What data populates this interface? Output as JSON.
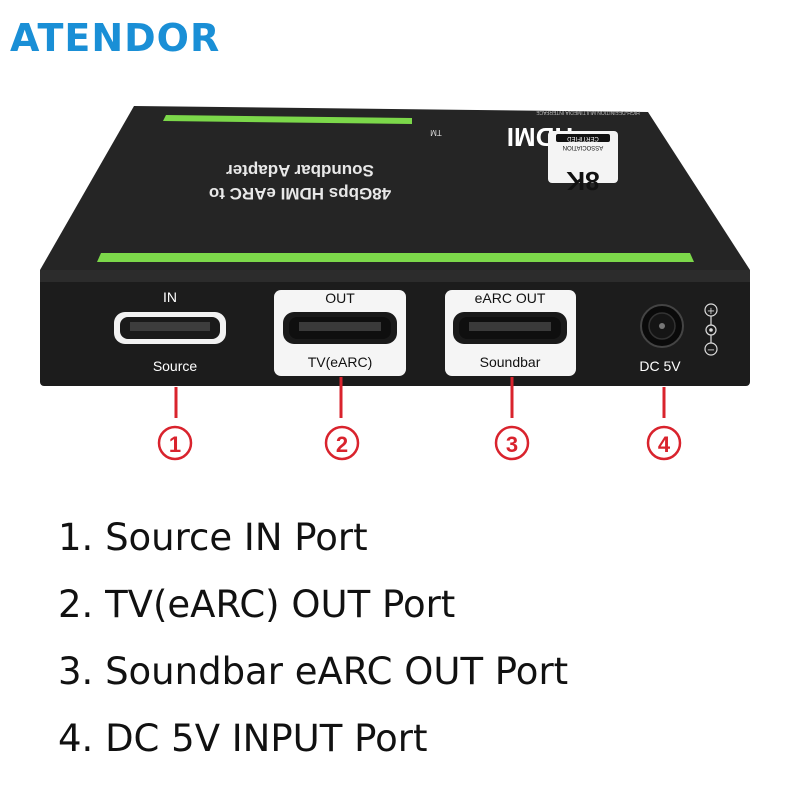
{
  "brand": "ATENDOR",
  "device": {
    "top_label_line1": "48Gbps HDMI eARC to",
    "top_label_line2": "Soundbar Adapter",
    "hdmi_logo_text": "HDMI",
    "tm": "TM",
    "hdmi_tagline": "HIGH-DEFINITION MULTIMEDIA INTERFACE",
    "badge_8k": "8K",
    "badge_assoc": "ASSOCIATION",
    "badge_cert": "CERTIFIED",
    "accent_color": "#7cd84a",
    "body_color": "#1e1e1e"
  },
  "ports": [
    {
      "top_label": "IN",
      "bottom_label": "Source",
      "callout": "1"
    },
    {
      "top_label": "OUT",
      "bottom_label": "TV(eARC)",
      "callout": "2"
    },
    {
      "top_label": "eARC OUT",
      "bottom_label": "Soundbar",
      "callout": "3"
    },
    {
      "top_label": "",
      "bottom_label": "DC 5V",
      "callout": "4"
    }
  ],
  "polarity": {
    "plus": "+",
    "minus": "−"
  },
  "callout_color": "#d9232d",
  "port_list": [
    "1. Source IN Port",
    "2. TV(eARC) OUT Port",
    "3. Soundbar eARC OUT Port",
    "4. DC 5V INPUT Port"
  ]
}
